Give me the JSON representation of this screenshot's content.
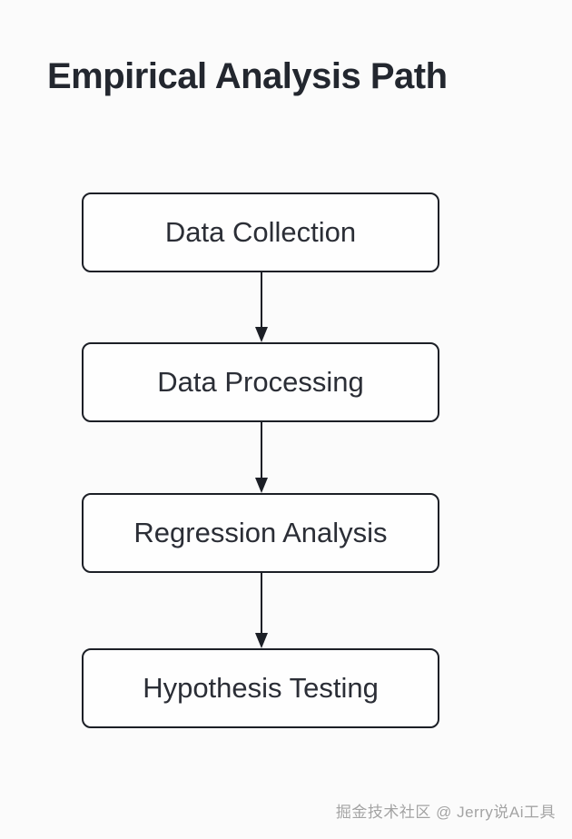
{
  "title": "Empirical Analysis Path",
  "flowchart": {
    "type": "vertical-flow",
    "nodes": [
      {
        "id": "data-collection",
        "label": "Data Collection"
      },
      {
        "id": "data-processing",
        "label": "Data Processing"
      },
      {
        "id": "regression-analysis",
        "label": "Regression Analysis"
      },
      {
        "id": "hypothesis-testing",
        "label": "Hypothesis Testing"
      }
    ],
    "edges": [
      {
        "from": "data-collection",
        "to": "data-processing"
      },
      {
        "from": "data-processing",
        "to": "regression-analysis"
      },
      {
        "from": "regression-analysis",
        "to": "hypothesis-testing"
      }
    ]
  },
  "watermark": "掘金技术社区 @ Jerry说Ai工具",
  "colors": {
    "background": "#fbfbfb",
    "node_fill": "#fefefe",
    "node_border": "#1c1f26",
    "node_text": "#2b2e36",
    "title_text": "#23272f",
    "arrow": "#1c1f26",
    "watermark_text": "#a3a3a3"
  }
}
